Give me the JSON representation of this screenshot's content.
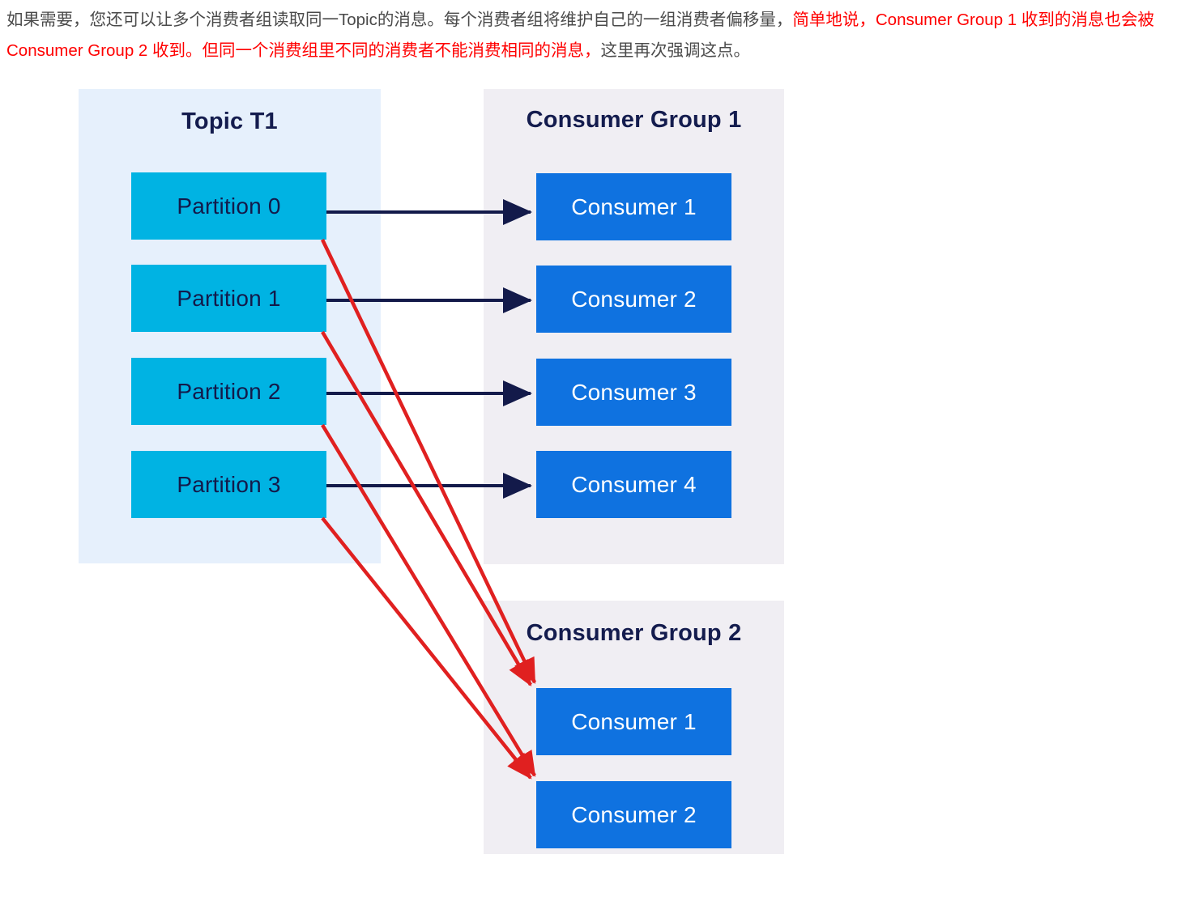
{
  "paragraph": {
    "segments": [
      {
        "text": "如果需要，您还可以让多个消费者组读取同一Topic的消息。每个消费者组将维护自己的一组消费者偏移量，",
        "color": "gray"
      },
      {
        "text": "简单地说，Consumer Group 1 收到的消息也会被Consumer Group 2 收到。但同一个消费组里不同的消费者不能消费相同的消息，",
        "color": "red"
      },
      {
        "text": "这里再次强调这点。",
        "color": "gray"
      }
    ],
    "full_text": "如果需要，您还可以让多个消费者组读取同一Topic的消息。每个消费者组将维护自己的一组消费者偏移量，简单地说，Consumer Group 1 收到的消息也会被Consumer Group 2 收到。但同一个消费组里不同的消费者不能消费相同的消息，这里再次强调这点。",
    "gray_part_1": "如果需要，您还可以让多个消费者组读取同一Topic的消息。每个消费者组将维护自己的一组消费者偏移量，",
    "red_part": "简单地说，Consumer Group 1 收到的消息也会被Consumer Group 2 收到。但同一个消费组里不同的消费者不能消费相同的消息，",
    "gray_part_2": "这里再次强调这点。"
  },
  "diagram": {
    "type": "kafka-consumer-group-diagram",
    "colors": {
      "topic_panel_bg": "#e6f0fc",
      "group_panel_bg": "#f0eef3",
      "partition_fill": "#00b3e3",
      "partition_text": "#131a4a",
      "consumer_fill": "#0f72e0",
      "consumer_text": "#ffffff",
      "title_text": "#141c4e",
      "solid_arrow": "#131a4a",
      "red_arrow": "#e02020"
    },
    "panels": [
      {
        "id": "topic",
        "title": "Topic T1",
        "nodes": [
          {
            "label": "Partition 0"
          },
          {
            "label": "Partition 1"
          },
          {
            "label": "Partition 2"
          },
          {
            "label": "Partition 3"
          }
        ]
      },
      {
        "id": "consumer-group-1",
        "title": "Consumer Group 1",
        "nodes": [
          {
            "label": "Consumer 1"
          },
          {
            "label": "Consumer 2"
          },
          {
            "label": "Consumer 3"
          },
          {
            "label": "Consumer 4"
          }
        ]
      },
      {
        "id": "consumer-group-2",
        "title": "Consumer Group 2",
        "nodes": [
          {
            "label": "Consumer 1"
          },
          {
            "label": "Consumer 2"
          }
        ]
      }
    ],
    "edges": [
      {
        "from": "Partition 0",
        "to": "Consumer Group 1 / Consumer 1",
        "style": "solid-navy"
      },
      {
        "from": "Partition 1",
        "to": "Consumer Group 1 / Consumer 2",
        "style": "solid-navy"
      },
      {
        "from": "Partition 2",
        "to": "Consumer Group 1 / Consumer 3",
        "style": "solid-navy"
      },
      {
        "from": "Partition 3",
        "to": "Consumer Group 1 / Consumer 4",
        "style": "solid-navy"
      },
      {
        "from": "Partition 0",
        "to": "Consumer Group 2 / Consumer 1",
        "style": "solid-red"
      },
      {
        "from": "Partition 1",
        "to": "Consumer Group 2 / Consumer 1",
        "style": "solid-red"
      },
      {
        "from": "Partition 2",
        "to": "Consumer Group 2 / Consumer 2",
        "style": "solid-red"
      },
      {
        "from": "Partition 3",
        "to": "Consumer Group 2 / Consumer 2",
        "style": "solid-red"
      }
    ]
  }
}
